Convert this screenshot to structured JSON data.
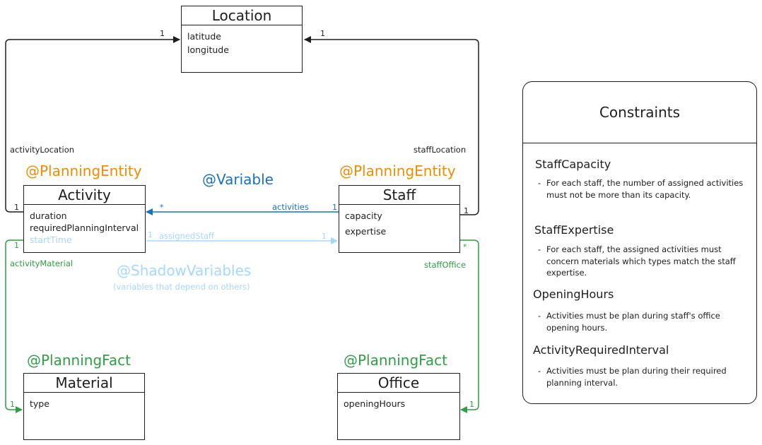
{
  "colors": {
    "ink": "#1e1e1e",
    "entity_annotation": "#f08c00",
    "variable": "#1971c2",
    "shadow": "#a5d8ff",
    "fact": "#2f9e44"
  },
  "classes": {
    "location": {
      "name": "Location",
      "fields": [
        "latitude",
        "longitude"
      ]
    },
    "activity": {
      "name": "Activity",
      "fields": [
        "duration",
        "requiredPlanningInterval"
      ],
      "shadow_field": "startTime"
    },
    "staff": {
      "name": "Staff",
      "fields": [
        "capacity",
        "expertise"
      ]
    },
    "material": {
      "name": "Material",
      "fields": [
        "type"
      ]
    },
    "office": {
      "name": "Office",
      "fields": [
        "openingHours"
      ]
    }
  },
  "annotations": {
    "activity_entity": "@PlanningEntity",
    "staff_entity": "@PlanningEntity",
    "variable": "@Variable",
    "shadow_variables": "@ShadowVariables",
    "shadow_note": "(variables that depend on others)",
    "material_fact": "@PlanningFact",
    "office_fact": "@PlanningFact"
  },
  "relations": {
    "activity_location": {
      "label": "activityLocation",
      "mult_a": "1",
      "mult_b": "1"
    },
    "staff_location": {
      "label": "staffLocation",
      "mult_a": "1",
      "mult_b": "1"
    },
    "activities": {
      "label": "activities",
      "mult_source": "1",
      "mult_target": "*"
    },
    "assigned_staff": {
      "label": "assignedStaff",
      "mult_source": "1",
      "mult_target": "1"
    },
    "activity_material": {
      "label": "activityMaterial",
      "mult_a": "1",
      "mult_b": "1"
    },
    "staff_office": {
      "label": "staffOffice",
      "mult_a": "*",
      "mult_b": "1"
    }
  },
  "constraints": {
    "title": "Constraints",
    "items": [
      {
        "name": "StaffCapacity",
        "description": "For each staff, the number of assigned activities must not be more than its capacity."
      },
      {
        "name": "StaffExpertise",
        "description": "For each staff, the assigned activities must concern materials which types match the staff expertise."
      },
      {
        "name": "OpeningHours",
        "description": "Activities must be plan during staff's office opening hours."
      },
      {
        "name": "ActivityRequiredInterval",
        "description": "Activities must be plan during their required planning interval."
      }
    ]
  }
}
